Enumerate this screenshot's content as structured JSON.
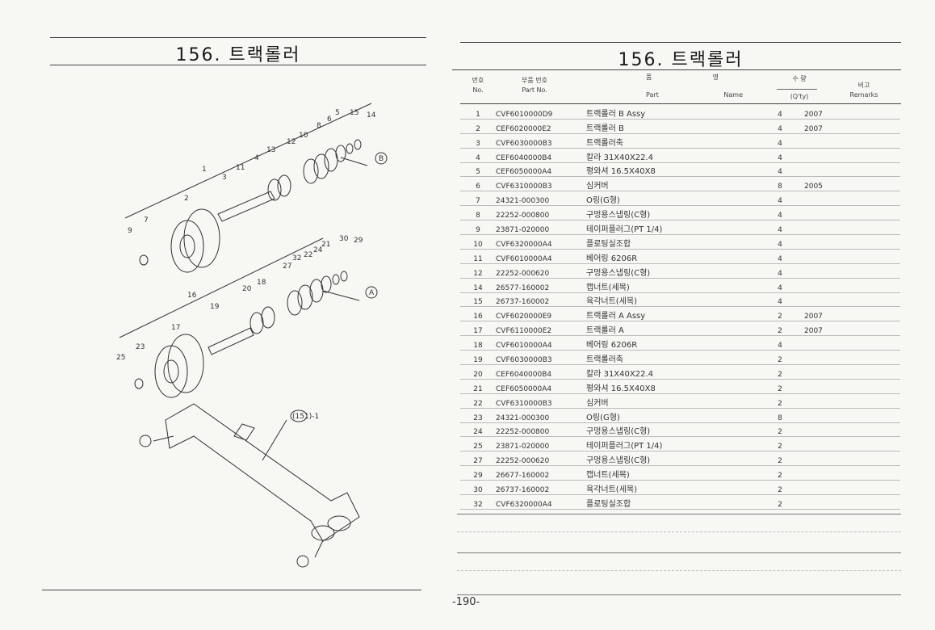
{
  "left_page": {
    "title": "156. 트랙롤러",
    "callouts": [
      {
        "label": "1"
      },
      {
        "label": "2"
      },
      {
        "label": "3"
      },
      {
        "label": "4"
      },
      {
        "label": "5"
      },
      {
        "label": "6"
      },
      {
        "label": "7"
      },
      {
        "label": "8"
      },
      {
        "label": "9"
      },
      {
        "label": "10"
      },
      {
        "label": "11"
      },
      {
        "label": "12"
      },
      {
        "label": "13"
      },
      {
        "label": "14"
      },
      {
        "label": "15"
      },
      {
        "label": "16"
      },
      {
        "label": "17"
      },
      {
        "label": "18"
      },
      {
        "label": "19"
      },
      {
        "label": "20"
      },
      {
        "label": "21"
      },
      {
        "label": "22"
      },
      {
        "label": "23"
      },
      {
        "label": "24"
      },
      {
        "label": "25"
      },
      {
        "label": "27"
      },
      {
        "label": "29"
      },
      {
        "label": "30"
      },
      {
        "label": "32"
      },
      {
        "label": "(151)-1"
      },
      {
        "label": "A"
      },
      {
        "label": "B"
      }
    ]
  },
  "right_page": {
    "title": "156. 트랙롤러",
    "headers": {
      "no_kr": "번호",
      "no_en": "No.",
      "part_kr": "부품 번호",
      "part_en": "Part No.",
      "name_kr_1": "품",
      "name_kr_2": "명",
      "name_en_1": "Part",
      "name_en_2": "Name",
      "qty_kr": "수 량",
      "qty_en": "(Q'ty)",
      "remarks_kr": "비고",
      "remarks_en": "Remarks"
    },
    "rows": [
      {
        "no": "1",
        "part": "CVF6010000D9",
        "name": "트랙롤러 B Assy",
        "qty": "4",
        "remarks": "2007"
      },
      {
        "no": "2",
        "part": "CEF6020000E2",
        "name": "트랙롤러 B",
        "qty": "4",
        "remarks": "2007"
      },
      {
        "no": "3",
        "part": "CVF6030000B3",
        "name": "트랙롤러축",
        "qty": "4",
        "remarks": ""
      },
      {
        "no": "4",
        "part": "CEF6040000B4",
        "name": "칼라 31X40X22.4",
        "qty": "4",
        "remarks": ""
      },
      {
        "no": "5",
        "part": "CEF6050000A4",
        "name": "평와셔 16.5X40X8",
        "qty": "4",
        "remarks": ""
      },
      {
        "no": "6",
        "part": "CVF6310000B3",
        "name": "심커버",
        "qty": "8",
        "remarks": "2005"
      },
      {
        "no": "7",
        "part": "24321-000300",
        "name": "O링(G형)",
        "qty": "4",
        "remarks": ""
      },
      {
        "no": "8",
        "part": "22252-000800",
        "name": "구멍용스냅링(C형)",
        "qty": "4",
        "remarks": ""
      },
      {
        "no": "9",
        "part": "23871-020000",
        "name": "테이퍼플러그(PT 1/4)",
        "qty": "4",
        "remarks": ""
      },
      {
        "no": "10",
        "part": "CVF6320000A4",
        "name": "플로팅실조합",
        "qty": "4",
        "remarks": ""
      },
      {
        "no": "11",
        "part": "CVF6010000A4",
        "name": "베어링 6206R",
        "qty": "4",
        "remarks": ""
      },
      {
        "no": "12",
        "part": "22252-000620",
        "name": "구멍용스냅링(C형)",
        "qty": "4",
        "remarks": ""
      },
      {
        "no": "14",
        "part": "26577-160002",
        "name": "캡너트(세목)",
        "qty": "4",
        "remarks": ""
      },
      {
        "no": "15",
        "part": "26737-160002",
        "name": "육각너트(세목)",
        "qty": "4",
        "remarks": ""
      },
      {
        "no": "16",
        "part": "CVF6020000E9",
        "name": "트랙롤러 A Assy",
        "qty": "2",
        "remarks": "2007"
      },
      {
        "no": "17",
        "part": "CVF6110000E2",
        "name": "트랙롤러 A",
        "qty": "2",
        "remarks": "2007"
      },
      {
        "no": "18",
        "part": "CVF6010000A4",
        "name": "베어링 6206R",
        "qty": "4",
        "remarks": ""
      },
      {
        "no": "19",
        "part": "CVF6030000B3",
        "name": "트랙롤러축",
        "qty": "2",
        "remarks": ""
      },
      {
        "no": "20",
        "part": "CEF6040000B4",
        "name": "칼라 31X40X22.4",
        "qty": "2",
        "remarks": ""
      },
      {
        "no": "21",
        "part": "CEF6050000A4",
        "name": "평와셔 16.5X40X8",
        "qty": "2",
        "remarks": ""
      },
      {
        "no": "22",
        "part": "CVF6310000B3",
        "name": "심커버",
        "qty": "2",
        "remarks": ""
      },
      {
        "no": "23",
        "part": "24321-000300",
        "name": "O링(G형)",
        "qty": "8",
        "remarks": ""
      },
      {
        "no": "24",
        "part": "22252-000800",
        "name": "구멍용스냅링(C형)",
        "qty": "2",
        "remarks": ""
      },
      {
        "no": "25",
        "part": "23871-020000",
        "name": "테이퍼플러그(PT 1/4)",
        "qty": "2",
        "remarks": ""
      },
      {
        "no": "27",
        "part": "22252-000620",
        "name": "구멍용스냅링(C형)",
        "qty": "2",
        "remarks": ""
      },
      {
        "no": "29",
        "part": "26677-160002",
        "name": "캡너트(세목)",
        "qty": "2",
        "remarks": ""
      },
      {
        "no": "30",
        "part": "26737-160002",
        "name": "육각너트(세목)",
        "qty": "2",
        "remarks": ""
      },
      {
        "no": "32",
        "part": "CVF6320000A4",
        "name": "플로팅실조합",
        "qty": "2",
        "remarks": ""
      }
    ]
  },
  "footer": {
    "page_number": "-190-"
  }
}
